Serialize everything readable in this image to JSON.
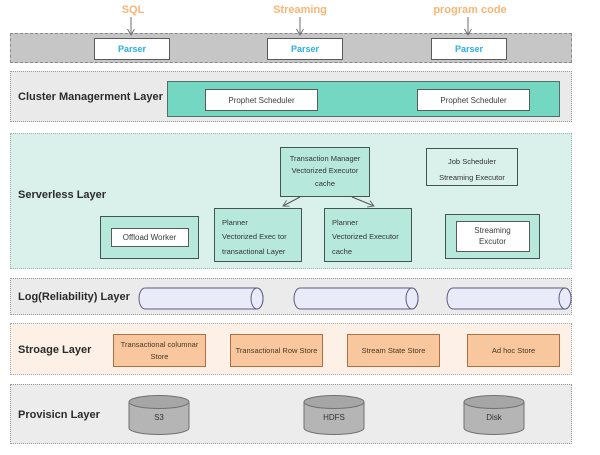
{
  "inputs": [
    {
      "label": "SQL",
      "parser_label": "Parser"
    },
    {
      "label": "Streaming",
      "parser_label": "Parser"
    },
    {
      "label": "program code",
      "parser_label": "Parser"
    }
  ],
  "cluster_layer": {
    "label": "Cluster Managerment Layer",
    "schedulers": [
      "Prophet Scheduler",
      "Prophet Scheduler"
    ]
  },
  "serverless_layer": {
    "label": "Serverless Layer",
    "transaction_manager": [
      "Transaction Manager",
      "Vectorized Executor",
      "cache"
    ],
    "job_scheduler": [
      "Job Scheduler",
      "Streaming Executor"
    ],
    "offload_worker": "Offload Worker",
    "planner_left": [
      "Planner",
      "Vectorized Exec tor",
      "transactional Layer"
    ],
    "planner_right": [
      "Planner",
      "Vectorized Executor",
      "cache"
    ],
    "streaming_executor": [
      "Streaming",
      "Excutor"
    ]
  },
  "log_layer": {
    "label": "Log(Reliability) Layer",
    "cylinder_count": 3
  },
  "storage_layer": {
    "label": "Stroage Layer",
    "stores": [
      "Transactional columnar Store",
      "Transactional Row Store",
      "Stream State Store",
      "Ad hoc Store"
    ]
  },
  "provision_layer": {
    "label": "Provisicn Layer",
    "disks": [
      "S3",
      "HDFS",
      "Disk"
    ]
  },
  "colors": {
    "input_label_orange": "#f8b576",
    "parser_text_blue": "#2aaee8",
    "parser_band_gray": "#c6c6c6",
    "cluster_teal": "#74d7c2",
    "serverless_bg_teal": "#d9f1ea",
    "serverless_box_teal": "#b6e9dc",
    "log_cylinder_fill": "#e9ebf8",
    "log_cylinder_stroke": "#5c5c85",
    "storage_band_peach": "#fdf0e6",
    "store_box_orange": "#f9c79d",
    "store_box_border": "#ad7046",
    "disk_fill": "#b5b5b5",
    "disk_top_fill": "#a6a6a6"
  }
}
